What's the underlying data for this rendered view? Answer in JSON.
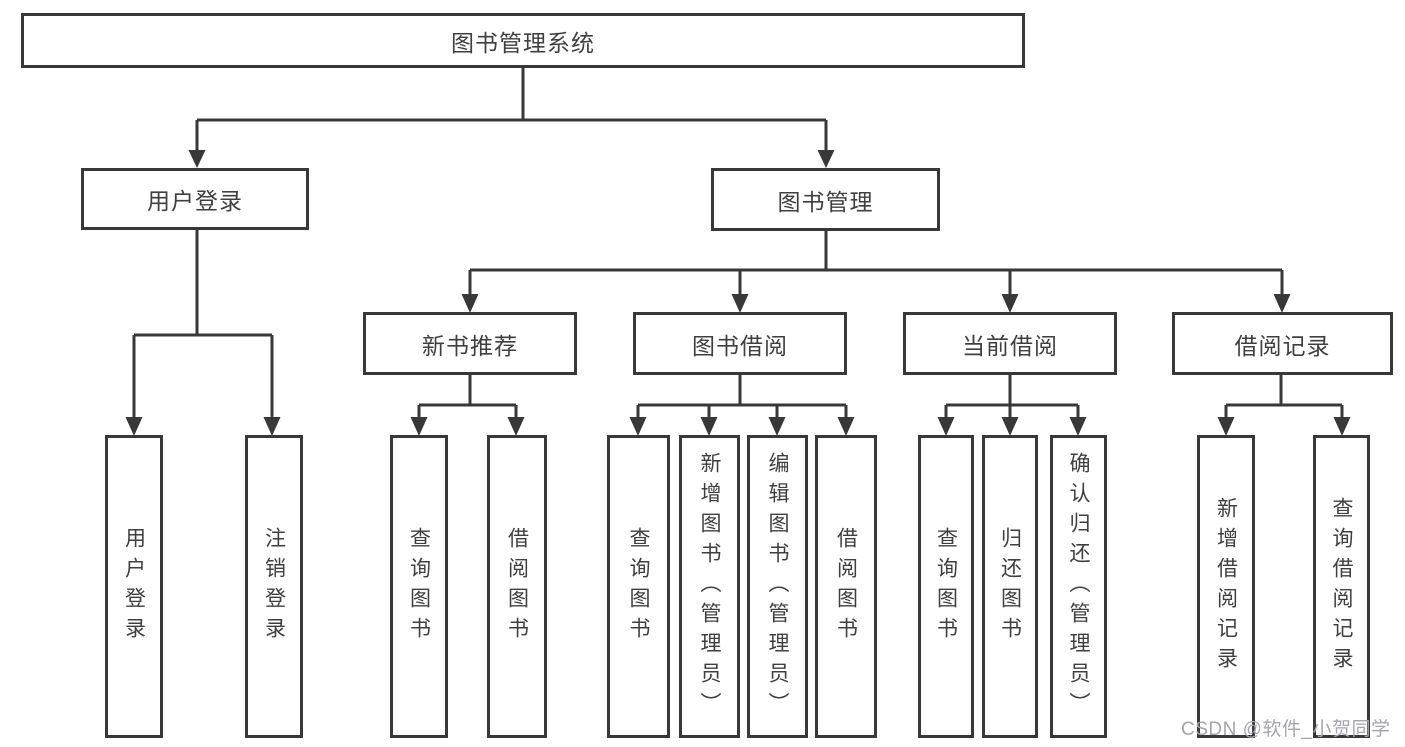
{
  "diagram": {
    "root": "图书管理系统",
    "branches": {
      "user_login": "用户登录",
      "book_mgmt": "图书管理"
    },
    "modules": [
      "新书推荐",
      "图书借阅",
      "当前借阅",
      "借阅记录"
    ],
    "leaves": {
      "login": [
        "用户登录",
        "注销登录"
      ],
      "recommend": [
        "查询图书",
        "借阅图书"
      ],
      "borrow": [
        "查询图书",
        "新增图书（管理员）",
        "编辑图书（管理员）",
        "借阅图书"
      ],
      "current": [
        "查询图书",
        "归还图书",
        "确认归还（管理员）"
      ],
      "records": [
        "新增借阅记录",
        "查询借阅记录"
      ]
    },
    "watermark": "CSDN @软件_小贺同学"
  },
  "colors": {
    "line": "#383838",
    "text": "#3f3f3f",
    "watermark": "#a6a6aa",
    "background": "#ffffff"
  }
}
